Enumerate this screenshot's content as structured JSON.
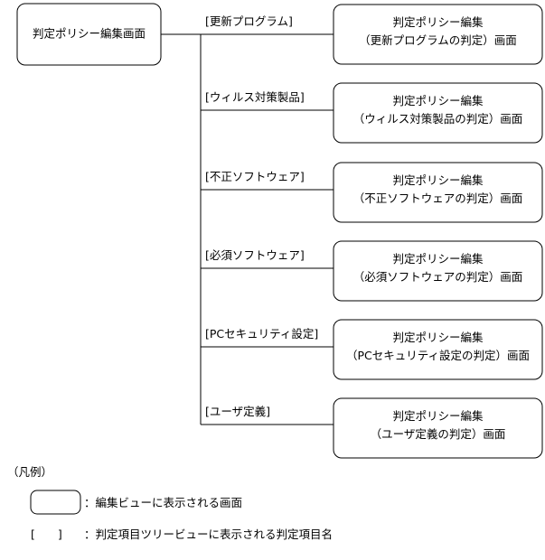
{
  "root": {
    "label": "判定ポリシー編集画面"
  },
  "branches": [
    {
      "edge_label": "[更新プログラム]",
      "screen_line1": "判定ポリシー編集",
      "screen_line2": "（更新プログラムの判定）画面"
    },
    {
      "edge_label": "[ウィルス対策製品]",
      "screen_line1": "判定ポリシー編集",
      "screen_line2": "（ウィルス対策製品の判定）画面"
    },
    {
      "edge_label": "[不正ソフトウェア]",
      "screen_line1": "判定ポリシー編集",
      "screen_line2": "（不正ソフトウェアの判定）画面"
    },
    {
      "edge_label": "[必須ソフトウェア]",
      "screen_line1": "判定ポリシー編集",
      "screen_line2": "（必須ソフトウェアの判定）画面"
    },
    {
      "edge_label": "[PCセキュリティ設定]",
      "screen_line1": "判定ポリシー編集",
      "screen_line2": "（PCセキュリティ設定の判定）画面"
    },
    {
      "edge_label": "[ユーザ定義]",
      "screen_line1": "判定ポリシー編集",
      "screen_line2": "（ユーザ定義の判定）画面"
    }
  ],
  "legend": {
    "title": "（凡例）",
    "box_desc": "：編集ビューに表示される画面",
    "bracket_symbol": "[　　]",
    "bracket_desc": "：判定項目ツリービューに表示される判定項目名"
  }
}
